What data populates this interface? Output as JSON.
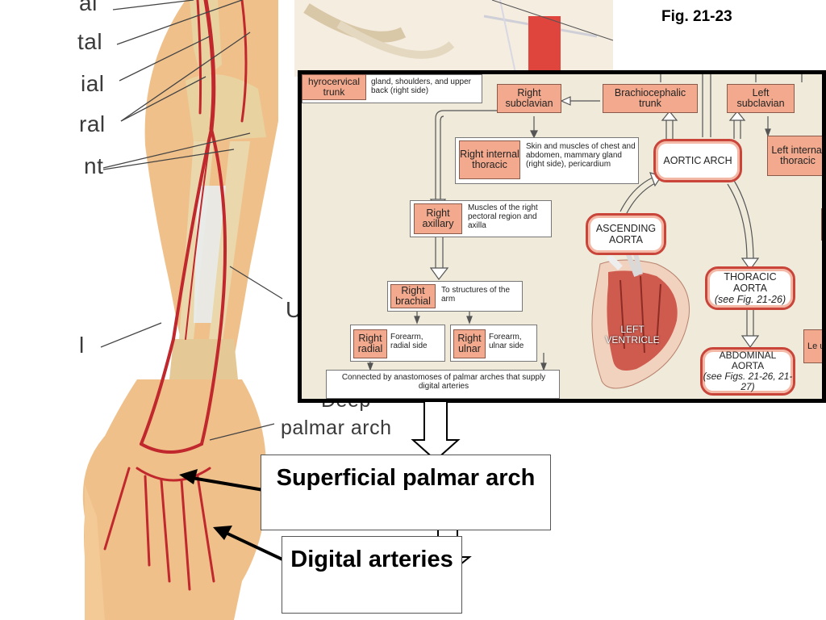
{
  "figure": {
    "number": "Fig. 21-23"
  },
  "arm_labels": {
    "partial": [
      "al",
      "tal",
      "ial",
      "ral",
      "nt",
      "l",
      "U"
    ],
    "deep_palmar_arch": [
      "Deep",
      "palmar arch"
    ]
  },
  "flowchart": {
    "top_left_box": "hyrocervical trunk",
    "top_left_desc": "gland, shoulders, and upper back (right side)",
    "right_subclavian": "Right subclavian",
    "brachiocephalic_trunk": "Brachiocephalic trunk",
    "left_subclavian": "Left subclavian",
    "right_internal_thoracic": "Right internal thoracic",
    "right_internal_thoracic_desc": "Skin and muscles of chest and abdomen, mammary gland (right side), pericardium",
    "aortic_arch": "AORTIC ARCH",
    "left_internal_thoracic": "Left internal thoracic",
    "right_axillary": "Right axillary",
    "right_axillary_desc": "Muscles of the right pectoral region and axilla",
    "ascending_aorta": "ASCENDING AORTA",
    "thoracic_aorta": "THORACIC AORTA",
    "thoracic_aorta_ref": "(see Fig. 21-26)",
    "right_brachial": "Right brachial",
    "right_brachial_desc": "To structures of the arm",
    "left_ventricle": "LEFT VENTRICLE",
    "right_radial": "Right radial",
    "right_radial_desc": "Forearm, radial side",
    "right_ulnar": "Right ulnar",
    "right_ulnar_desc": "Forearm, ulnar side",
    "abdominal_aorta": "ABDOMINAL AORTA",
    "abdominal_aorta_ref": "(see Figs. 21-26, 21-27)",
    "left_partial": "Le uln",
    "anastomoses": "Connected by anastomoses of palmar arches that supply digital arteries"
  },
  "captions": {
    "superficial": "Superficial palmar arch",
    "digital": "Digital arteries"
  },
  "colors": {
    "artery": "#c0282d",
    "skin": "#f0c08a",
    "bone": "#e8d3a0",
    "node_fill": "#f2a98d",
    "pill_border": "#c9453a",
    "panel_bg": "#efeada"
  }
}
